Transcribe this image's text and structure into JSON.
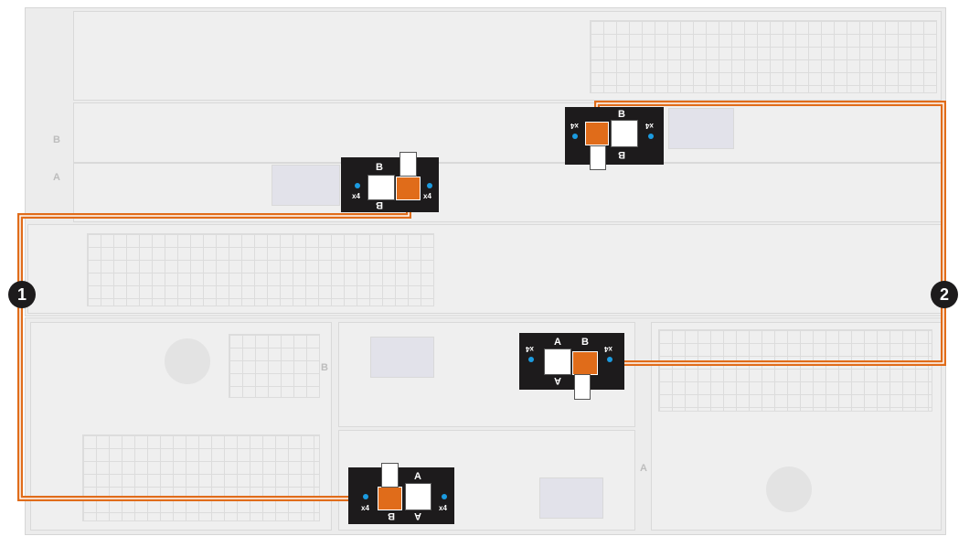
{
  "colors": {
    "cable": "#e06c1a",
    "module": "#1d1b1c",
    "led": "#1b9be0",
    "chassis": "#ececec"
  },
  "callouts": {
    "one": "1",
    "two": "2"
  },
  "side_labels": {
    "top_left_b": "B",
    "top_left_a": "A",
    "bottom_b": "B",
    "bottom_a": "A"
  },
  "modules": [
    {
      "top": "B",
      "bottom": "B",
      "left_badge": "x4",
      "right_badge": "x4"
    },
    {
      "top": "B",
      "bottom": "B",
      "left_badge": "x4",
      "right_badge": "x4"
    },
    {
      "top_a": "A",
      "top_b": "B",
      "bottom": "A",
      "left_badge": "x4",
      "right_badge": "x4"
    },
    {
      "top": "A",
      "bottom_b": "B",
      "bottom_a": "A",
      "left_badge": "x4",
      "right_badge": "x4"
    }
  ]
}
